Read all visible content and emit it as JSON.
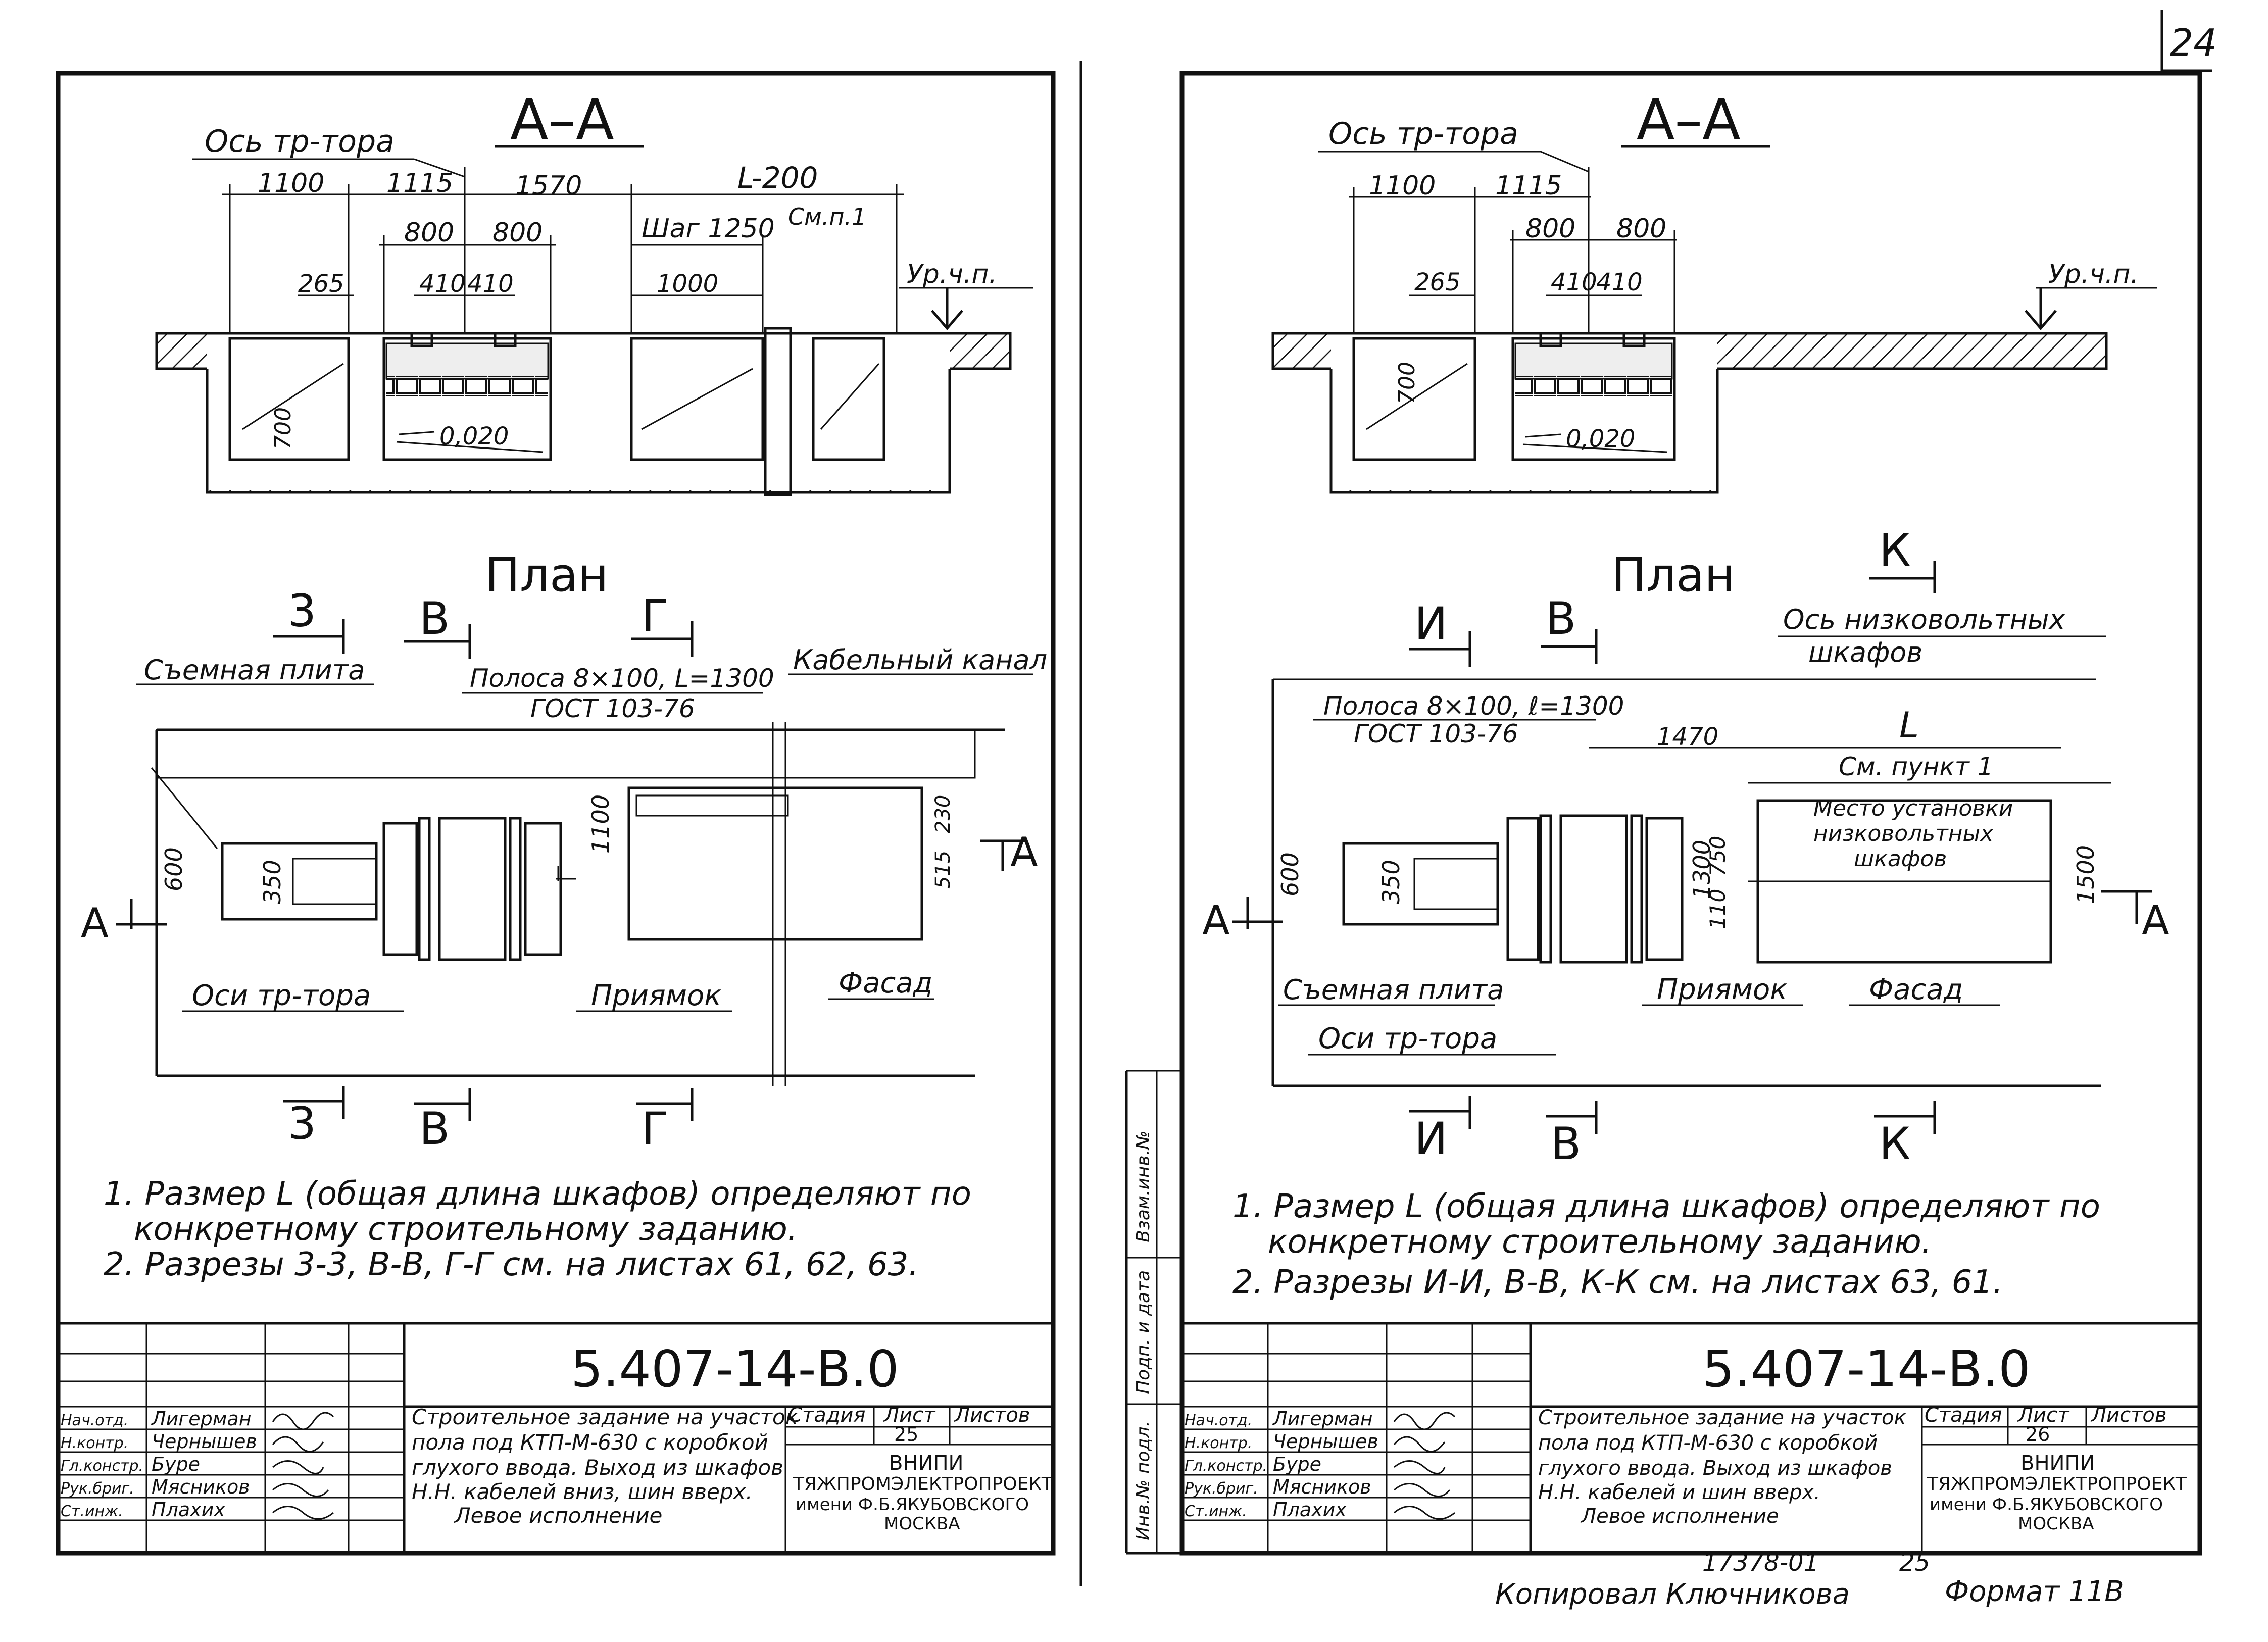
{
  "page_number": "24",
  "left": {
    "section_title": "А–А",
    "axis_label": "Ось тр-тора",
    "dims_top": [
      "1100",
      "1115",
      "1570",
      "L-200"
    ],
    "see_note": "См.п.1",
    "dims_mid": [
      "800",
      "800"
    ],
    "step_label": "Шаг 1250",
    "dims_small": [
      "265",
      "410",
      "410",
      "1000"
    ],
    "floor_level": "Ур.ч.п.",
    "dim_700": "700",
    "slope": "0,020",
    "plan_title": "План",
    "cuts": [
      "3",
      "В",
      "Г"
    ],
    "removable_plate": "Съемная плита",
    "strip": "Полоса 8×100, L=1300",
    "gost": "ГОСТ 103-76",
    "cable_channel": "Кабельный канал",
    "dim_600": "600",
    "dim_350": "350",
    "dim_1100": "1100",
    "dim_230": "230",
    "dim_515": "515",
    "cut_a": "А",
    "axes_label": "Оси тр-тора",
    "pit": "Приямок",
    "facade": "Фасад",
    "note1_line1": "1. Размер L (общая длина шкафов) определяют по",
    "note1_line2": "конкретному строительному заданию.",
    "note2": "2. Разрезы 3-3, В-В, Г-Г см. на листах 61, 62, 63.",
    "doc_code": "5.407-14-В.0",
    "title_l1": "Строительное задание на участок",
    "title_l2": "пола под КТП-М-630 с коробкой",
    "title_l3": "глухого ввода. Выход из шкафов",
    "title_l4": "Н.Н. кабелей вниз, шин вверх.",
    "title_l5": "Левое исполнение",
    "sheet_no": "25"
  },
  "right": {
    "section_title": "А–А",
    "axis_label": "Ось тр-тора",
    "dims_top": [
      "1100",
      "1115"
    ],
    "dims_mid": [
      "800",
      "800"
    ],
    "dims_small": [
      "265",
      "410",
      "410"
    ],
    "floor_level": "Ур.ч.п.",
    "dim_700": "700",
    "slope": "0,020",
    "plan_title": "План",
    "cuts": [
      "И",
      "В",
      "К"
    ],
    "lv_axis_l1": "Ось низковольтных",
    "lv_axis_l2": "шкафов",
    "strip": "Полоса 8×100, ℓ=1300",
    "gost": "ГОСТ 103-76",
    "dim_1470": "1470",
    "dim_L": "L",
    "see_point": "См. пункт 1",
    "place_l1": "Место установки",
    "place_l2": "низковольтных",
    "place_l3": "шкафов",
    "dim_600": "600",
    "dim_350": "350",
    "dim_750": "750",
    "dim_110": "110",
    "dim_1300": "1300",
    "dim_1500": "1500",
    "cut_a": "А",
    "removable_plate": "Съемная плита",
    "pit": "Приямок",
    "facade": "Фасад",
    "axes_label": "Оси тр-тора",
    "note1_line1": "1. Размер L (общая длина шкафов) определяют по",
    "note1_line2": "конкретному строительному заданию.",
    "note2": "2. Разрезы И-И, В-В, К-К см. на листах 63, 61.",
    "doc_code": "5.407-14-В.0",
    "title_l1": "Строительное задание на участок",
    "title_l2": "пола под КТП-М-630 с коробкой",
    "title_l3": "глухого ввода. Выход из шкафов",
    "title_l4": "Н.Н. кабелей и шин вверх.",
    "title_l5": "Левое исполнение",
    "sheet_no": "26",
    "side_stamp": [
      "Взам.инв.№",
      "Подп. и дата",
      "Инв.№ подл."
    ]
  },
  "stamp": {
    "roles": [
      "Нач.отд.",
      "Н.контр.",
      "Гл.констр.",
      "Рук.бриг.",
      "Ст.инж."
    ],
    "names": [
      "Лигерман",
      "Чернышев",
      "Буре",
      "Мясников",
      "Плахих"
    ],
    "stage": "Стадия",
    "sheet": "Лист",
    "sheets": "Листов",
    "org_l1": "ВНИПИ",
    "org_l2": "ТЯЖПРОМЭЛЕКТРОПРОЕКТ",
    "org_l3": "имени Ф.Б.ЯКУБОВСКОГО",
    "org_l4": "МОСКВА"
  },
  "footer": {
    "inv": "17378-01",
    "inv_sheet": "25",
    "copied": "Копировал Ключникова",
    "format": "Формат 11В"
  }
}
